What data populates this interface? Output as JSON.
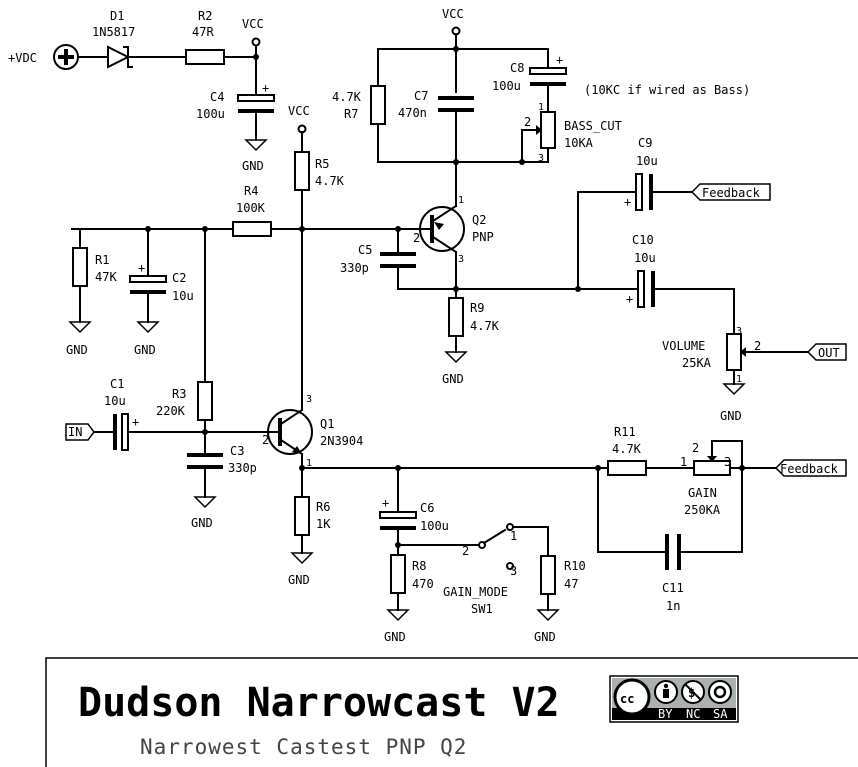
{
  "labels": {
    "vdc": "+VDC",
    "vcc": "VCC",
    "gnd": "GND",
    "d1_ref": "D1",
    "d1_val": "1N5817",
    "r2_ref": "R2",
    "r2_val": "47R",
    "c4_ref": "C4",
    "c4_val": "100u",
    "r5_ref": "R5",
    "r5_val": "4.7K",
    "r4_ref": "R4",
    "r4_val": "100K",
    "r1_ref": "R1",
    "r1_val": "47K",
    "c2_ref": "C2",
    "c2_val": "10u",
    "r7_val": "4.7K",
    "r7_ref": "R7",
    "c7_ref": "C7",
    "c7_val": "470n",
    "c8_ref": "C8",
    "c8_val": "100u",
    "c8_note": "(10KC if wired as Bass)",
    "bass_ref": "BASS_CUT",
    "bass_val": "10KA",
    "q2_ref": "Q2",
    "q2_val": "PNP",
    "c5_ref": "C5",
    "c5_val": "330p",
    "r9_ref": "R9",
    "r9_val": "4.7K",
    "c9_ref": "C9",
    "c9_val": "10u",
    "c10_ref": "C10",
    "c10_val": "10u",
    "feedback": "Feedback",
    "volume_ref": "VOLUME",
    "volume_val": "25KA",
    "out": "OUT",
    "in": "IN",
    "c1_ref": "C1",
    "c1_val": "10u",
    "r3_ref": "R3",
    "r3_val": "220K",
    "c3_ref": "C3",
    "c3_val": "330p",
    "q1_ref": "Q1",
    "q1_val": "2N3904",
    "r6_ref": "R6",
    "r6_val": "1K",
    "c6_ref": "C6",
    "c6_val": "100u",
    "r8_ref": "R8",
    "r8_val": "470",
    "sw_ref": "GAIN_MODE",
    "sw_val": "SW1",
    "r10_ref": "R10",
    "r10_val": "47",
    "r11_ref": "R11",
    "r11_val": "4.7K",
    "gain_ref": "GAIN",
    "gain_val": "250KA",
    "c11_ref": "C11",
    "c11_val": "1n",
    "plus": "+",
    "p1": "1",
    "p2": "2",
    "p3": "3"
  },
  "title_block": {
    "title": "Dudson Narrowcast V2",
    "subtitle": "Narrowest Castest PNP Q2",
    "license": {
      "cc": "cc",
      "by": "BY",
      "nc": "NC",
      "sa": "SA"
    }
  }
}
